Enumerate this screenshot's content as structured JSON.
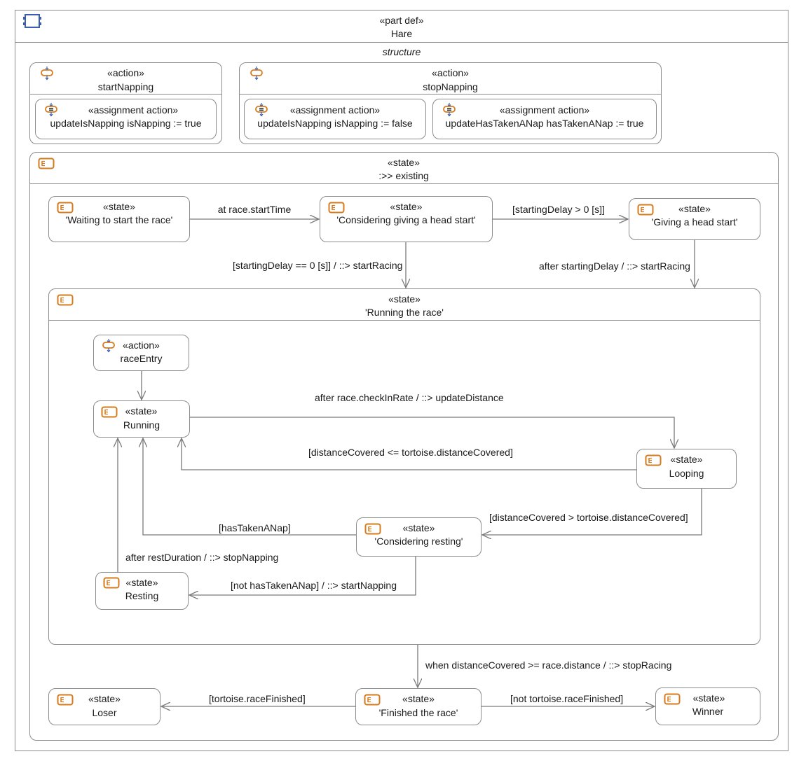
{
  "part": {
    "stereotype": "«part def»",
    "name": "Hare",
    "compartment": "structure",
    "icon": "part-def-icon",
    "accent": "#3a5fb0"
  },
  "actions": {
    "startNapping": {
      "stereotype": "«action»",
      "name": "startNapping",
      "assign": {
        "stereotype": "«assignment action»",
        "text": "updateIsNapping isNapping := true"
      }
    },
    "stopNapping": {
      "stereotype": "«action»",
      "name": "stopNapping",
      "assign1": {
        "stereotype": "«assignment action»",
        "text": "updateIsNapping isNapping := false"
      },
      "assign2": {
        "stereotype": "«assignment action»",
        "text": "updateHasTakenANap hasTakenANap := true"
      }
    }
  },
  "existing": {
    "stereotype": "«state»",
    "name": ":>> existing"
  },
  "states": {
    "waiting": {
      "stereotype": "«state»",
      "name": "'Waiting to start the race'"
    },
    "considering_head": {
      "stereotype": "«state»",
      "name": "'Considering giving a head start'"
    },
    "giving_head": {
      "stereotype": "«state»",
      "name": "'Giving a head start'"
    },
    "running_race": {
      "stereotype": "«state»",
      "name": "'Running the race'"
    },
    "running": {
      "stereotype": "«state»",
      "name": "Running"
    },
    "looping": {
      "stereotype": "«state»",
      "name": "Looping"
    },
    "considering_rest": {
      "stereotype": "«state»",
      "name": "'Considering resting'"
    },
    "resting": {
      "stereotype": "«state»",
      "name": "Resting"
    },
    "loser": {
      "stereotype": "«state»",
      "name": "Loser"
    },
    "finished": {
      "stereotype": "«state»",
      "name": "'Finished the race'"
    },
    "winner": {
      "stereotype": "«state»",
      "name": "Winner"
    }
  },
  "race_entry": {
    "stereotype": "«action»",
    "name": "raceEntry"
  },
  "transitions": {
    "t_start": "at race.startTime",
    "t_delay_pos": "[startingDelay > 0 [s]]",
    "t_delay_zero": "[startingDelay == 0 [s]] / ::> startRacing",
    "t_after_delay": "after startingDelay / ::> startRacing",
    "t_checkin": "after race.checkInRate / ::> updateDistance",
    "t_le": "[distanceCovered <= tortoise.distanceCovered]",
    "t_gt": "[distanceCovered > tortoise.distanceCovered]",
    "t_has_nap": "[hasTakenANap]",
    "t_rest_done": "after restDuration / ::> stopNapping",
    "t_not_nap": "[not hasTakenANap] / ::> startNapping",
    "t_finish": "when distanceCovered >= race.distance / ::> stopRacing",
    "t_tort_fin": "[tortoise.raceFinished]",
    "t_not_tort_fin": "[not tortoise.raceFinished]"
  },
  "colors": {
    "border": "#8c8c8c",
    "state_icon": "#d67a1e",
    "action_icon": "#d67a1e",
    "arrow": "#7a7a7a"
  }
}
